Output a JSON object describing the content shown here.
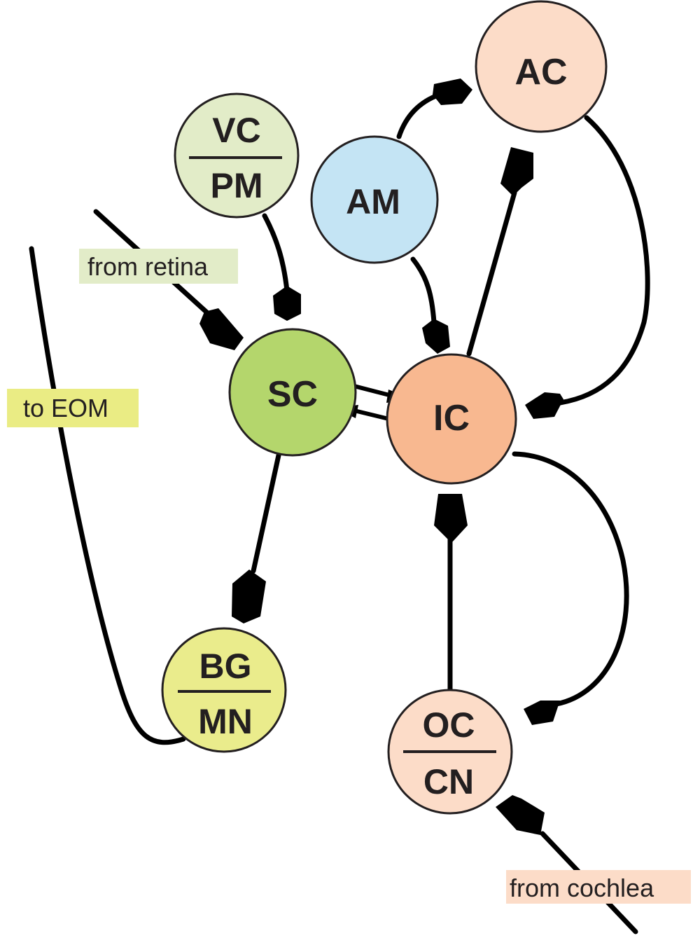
{
  "title": "",
  "nodes": [
    {
      "id": "VC_PM",
      "top": "VC",
      "bottom": "PM",
      "color": "#e2ecc8"
    },
    {
      "id": "AC",
      "label": "AC",
      "color": "#fcdcc8"
    },
    {
      "id": "AM",
      "label": "AM",
      "color": "#c4e4f4"
    },
    {
      "id": "SC",
      "label": "SC",
      "color": "#b4d66c"
    },
    {
      "id": "IC",
      "label": "IC",
      "color": "#f8b890"
    },
    {
      "id": "BG_MN",
      "top": "BG",
      "bottom": "MN",
      "color": "#eaec8c"
    },
    {
      "id": "OC_CN",
      "top": "OC",
      "bottom": "CN",
      "color": "#fcdcc8"
    }
  ],
  "labels": {
    "from_retina": {
      "text": "from retina",
      "color": "#e2ecc8"
    },
    "to_eom": {
      "text": "to EOM",
      "color": "#eaec84"
    },
    "from_cochlea": {
      "text": "from cochlea",
      "color": "#fcdcc8"
    }
  },
  "edges": [
    {
      "from": "retina",
      "to": "SC",
      "terminal": "synapse"
    },
    {
      "from": "VC_PM",
      "to": "SC",
      "terminal": "synapse"
    },
    {
      "from": "AM",
      "to": "IC",
      "terminal": "synapse"
    },
    {
      "from": "AM",
      "to": "AC",
      "terminal": "synapse"
    },
    {
      "from": "IC",
      "to": "AC",
      "terminal": "synapse"
    },
    {
      "from": "AC",
      "to": "IC",
      "terminal": "synapse"
    },
    {
      "from": "SC",
      "to": "IC",
      "terminal": "arrow"
    },
    {
      "from": "IC",
      "to": "SC",
      "terminal": "arrow"
    },
    {
      "from": "SC",
      "to": "BG_MN",
      "terminal": "synapse"
    },
    {
      "from": "OC_CN",
      "to": "IC",
      "terminal": "synapse"
    },
    {
      "from": "IC",
      "to": "OC_CN",
      "terminal": "synapse"
    },
    {
      "from": "cochlea",
      "to": "OC_CN",
      "terminal": "synapse"
    },
    {
      "from": "BG_MN",
      "to": "EOM",
      "terminal": "none"
    }
  ]
}
